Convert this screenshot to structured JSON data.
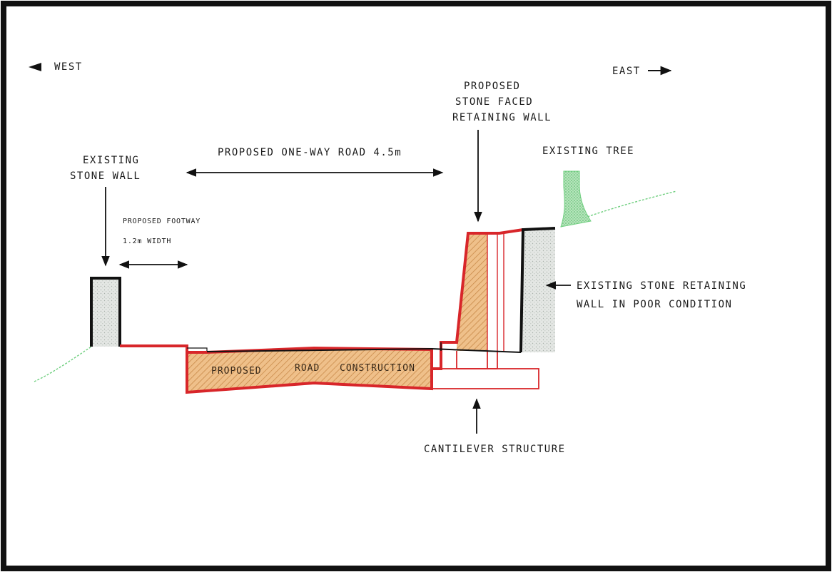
{
  "compass": {
    "west": "WEST",
    "east": "EAST"
  },
  "labels": {
    "existing_stone_wall": [
      "EXISTING",
      "STONE WALL"
    ],
    "proposed_road": "PROPOSED ONE-WAY ROAD 4.5m",
    "proposed_footway": [
      "PROPOSED FOOTWAY",
      "1.2m WIDTH"
    ],
    "proposed_retaining_wall": [
      "PROPOSED",
      "STONE FACED",
      "RETAINING WALL"
    ],
    "existing_tree": "EXISTING TREE",
    "existing_retaining_wall": [
      "EXISTING STONE RETAINING",
      "WALL IN POOR CONDITION"
    ],
    "road_construction": [
      "PROPOSED",
      "ROAD",
      "CONSTRUCTION"
    ],
    "cantilever": "CANTILEVER STRUCTURE"
  },
  "colors": {
    "proposed": "#d8262a",
    "existing": "#111111",
    "road_fill": "#e6ac6a",
    "stone_fill": "#d7dcd7",
    "tree": "#8fd39a",
    "ground": "#6fcf7f"
  }
}
